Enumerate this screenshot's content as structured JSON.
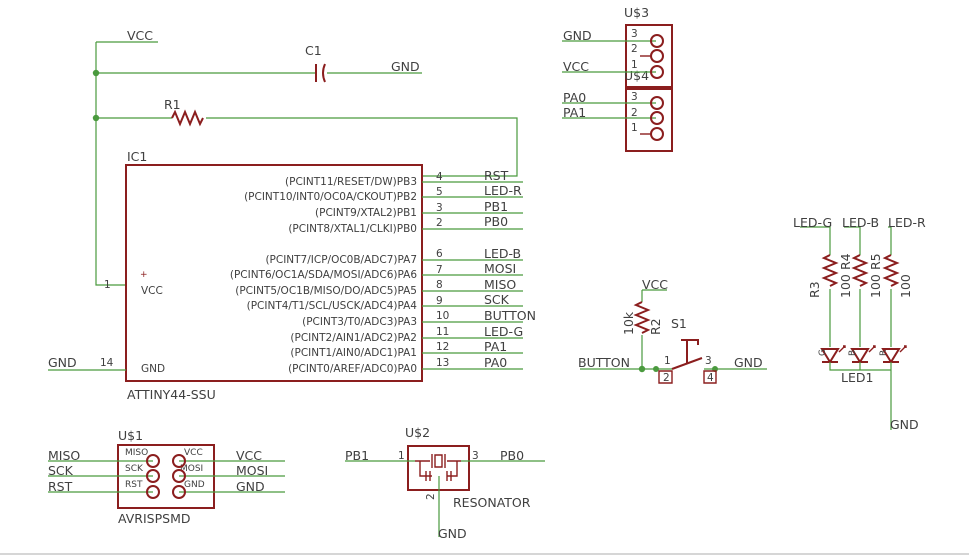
{
  "ic1": {
    "ref": "IC1",
    "value": "ATTINY44-SSU",
    "left_pins": [
      {
        "num": "1",
        "name": "VCC",
        "net": ""
      },
      {
        "num": "14",
        "name": "GND",
        "net": "GND"
      }
    ],
    "right_pins": [
      {
        "func": "(PCINT11/RESET/DW)PB3",
        "num": "4",
        "net": "RST"
      },
      {
        "func": "(PCINT10/INT0/OC0A/CKOUT)PB2",
        "num": "5",
        "net": "LED-R"
      },
      {
        "func": "(PCINT9/XTAL2)PB1",
        "num": "3",
        "net": "PB1"
      },
      {
        "func": "(PCINT8/XTAL1/CLKI)PB0",
        "num": "2",
        "net": "PB0"
      },
      {
        "func": "(PCINT7/ICP/OC0B/ADC7)PA7",
        "num": "6",
        "net": "LED-B"
      },
      {
        "func": "(PCINT6/OC1A/SDA/MOSI/ADC6)PA6",
        "num": "7",
        "net": "MOSI"
      },
      {
        "func": "(PCINT5/OC1B/MISO/DO/ADC5)PA5",
        "num": "8",
        "net": "MISO"
      },
      {
        "func": "(PCINT4/T1/SCL/USCK/ADC4)PA4",
        "num": "9",
        "net": "SCK"
      },
      {
        "func": "(PCINT3/T0/ADC3)PA3",
        "num": "10",
        "net": "BUTTON"
      },
      {
        "func": "(PCINT2/AIN1/ADC2)PA2",
        "num": "11",
        "net": "LED-G"
      },
      {
        "func": "(PCINT1/AIN0/ADC1)PA1",
        "num": "12",
        "net": "PA1"
      },
      {
        "func": "(PCINT0/AREF/ADC0)PA0",
        "num": "13",
        "net": "PA0"
      }
    ]
  },
  "power": {
    "vcc": "VCC",
    "c1_ref": "C1",
    "c1_gnd": "GND",
    "r1_ref": "R1"
  },
  "u3": {
    "ref": "U$3",
    "ref2": "U$4",
    "top_nets": [
      "GND",
      "VCC"
    ],
    "top_pins": [
      "3",
      "2",
      "1"
    ],
    "bottom_nets": [
      "PA0",
      "PA1"
    ],
    "bottom_pins": [
      "3",
      "2",
      "1"
    ]
  },
  "leds": {
    "nets": [
      "LED-G",
      "LED-B",
      "LED-R"
    ],
    "resistor_refs": [
      "R3",
      "R4",
      "R5"
    ],
    "resistor_values": [
      "100",
      "100",
      "100"
    ],
    "led_ref": "LED1",
    "led_pins": [
      "G",
      "B",
      "R"
    ],
    "gnd": "GND"
  },
  "button": {
    "r2_ref": "R2",
    "r2_value": "10k",
    "vcc": "VCC",
    "s1_ref": "S1",
    "net": "BUTTON",
    "gnd": "GND",
    "pins": [
      "1",
      "2",
      "3",
      "4"
    ]
  },
  "u1": {
    "ref": "U$1",
    "value": "AVRISPSMD",
    "left_nets": [
      "MISO",
      "SCK",
      "RST"
    ],
    "right_nets": [
      "VCC",
      "MOSI",
      "GND"
    ],
    "left_pin_names": [
      "MISO",
      "SCK",
      "RST"
    ],
    "right_pin_names": [
      "VCC",
      "MOSI",
      "GND"
    ]
  },
  "u2": {
    "ref": "U$2",
    "value": "RESONATOR",
    "left_net": "PB1",
    "right_net": "PB0",
    "gnd": "GND",
    "pins": [
      "1",
      "3",
      "2"
    ]
  }
}
